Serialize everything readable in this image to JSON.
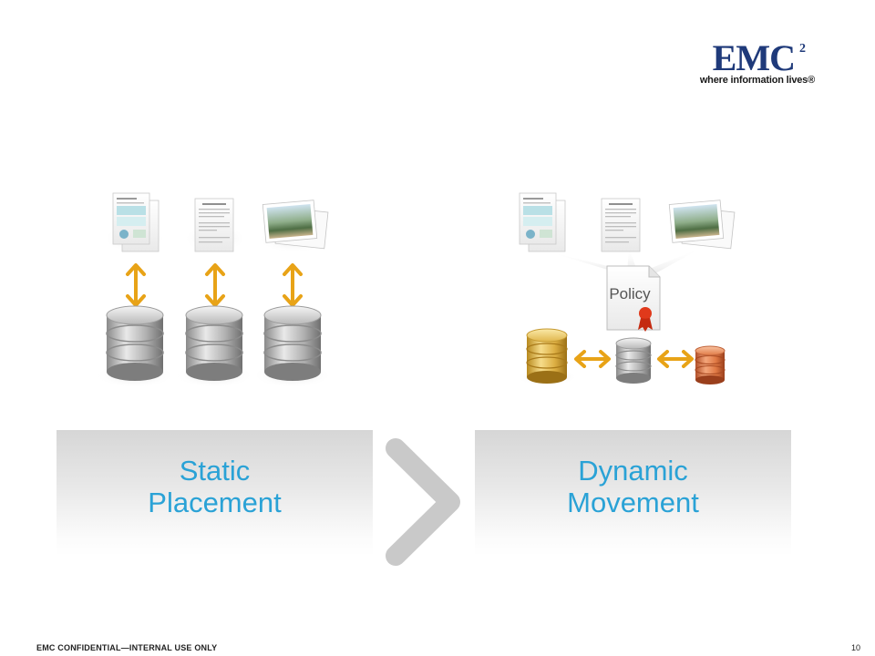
{
  "logo": {
    "word": "EMC",
    "superscript": "2",
    "tagline": "where information lives®"
  },
  "illustrations": {
    "left_documents": [
      "report-document-icon",
      "form-document-icon",
      "photo-stack-icon"
    ],
    "right_documents": [
      "report-document-icon",
      "form-document-icon",
      "photo-stack-icon"
    ],
    "policy_label": "Policy",
    "colors": {
      "arrow": "#e8a317",
      "db_silver": "#b7b7b7",
      "db_gold": "#e2b84b",
      "db_orange": "#e07a45",
      "ribbon": "#e0391b"
    }
  },
  "panels": {
    "left": {
      "line1": "Static",
      "line2": "Placement"
    },
    "right": {
      "line1": "Dynamic",
      "line2": "Movement"
    },
    "text_color": "#2aa2d6"
  },
  "footer": {
    "confidential": "EMC CONFIDENTIAL—INTERNAL USE ONLY",
    "page_number": "10"
  }
}
